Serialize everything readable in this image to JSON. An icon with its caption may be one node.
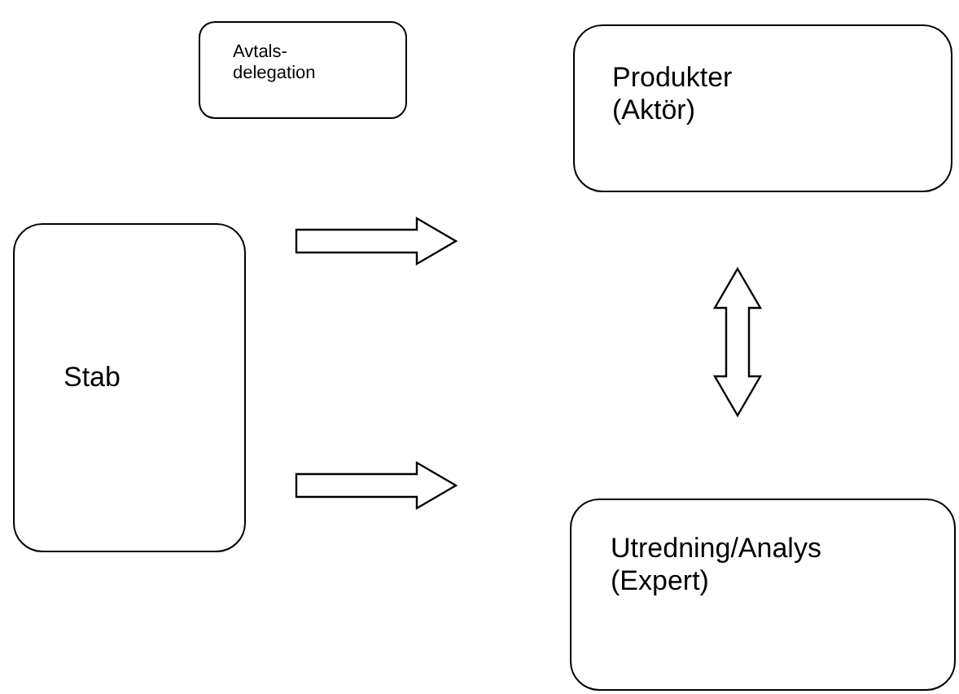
{
  "diagram": {
    "nodes": [
      {
        "text": [
          "Avtals-delegation"
        ]
      },
      {
        "text": [
          "Produkter (Aktör)"
        ]
      },
      {
        "text": [
          "Stab"
        ]
      },
      {
        "text": [
          "Utredning/Analys (Expert)"
        ]
      }
    ],
    "edges": [
      {
        "from": 2,
        "to": 1,
        "arrow": "to"
      },
      {
        "from": 2,
        "to": 3,
        "arrow": "to"
      },
      {
        "from": 1,
        "to": 3,
        "arrow": "both"
      }
    ]
  }
}
